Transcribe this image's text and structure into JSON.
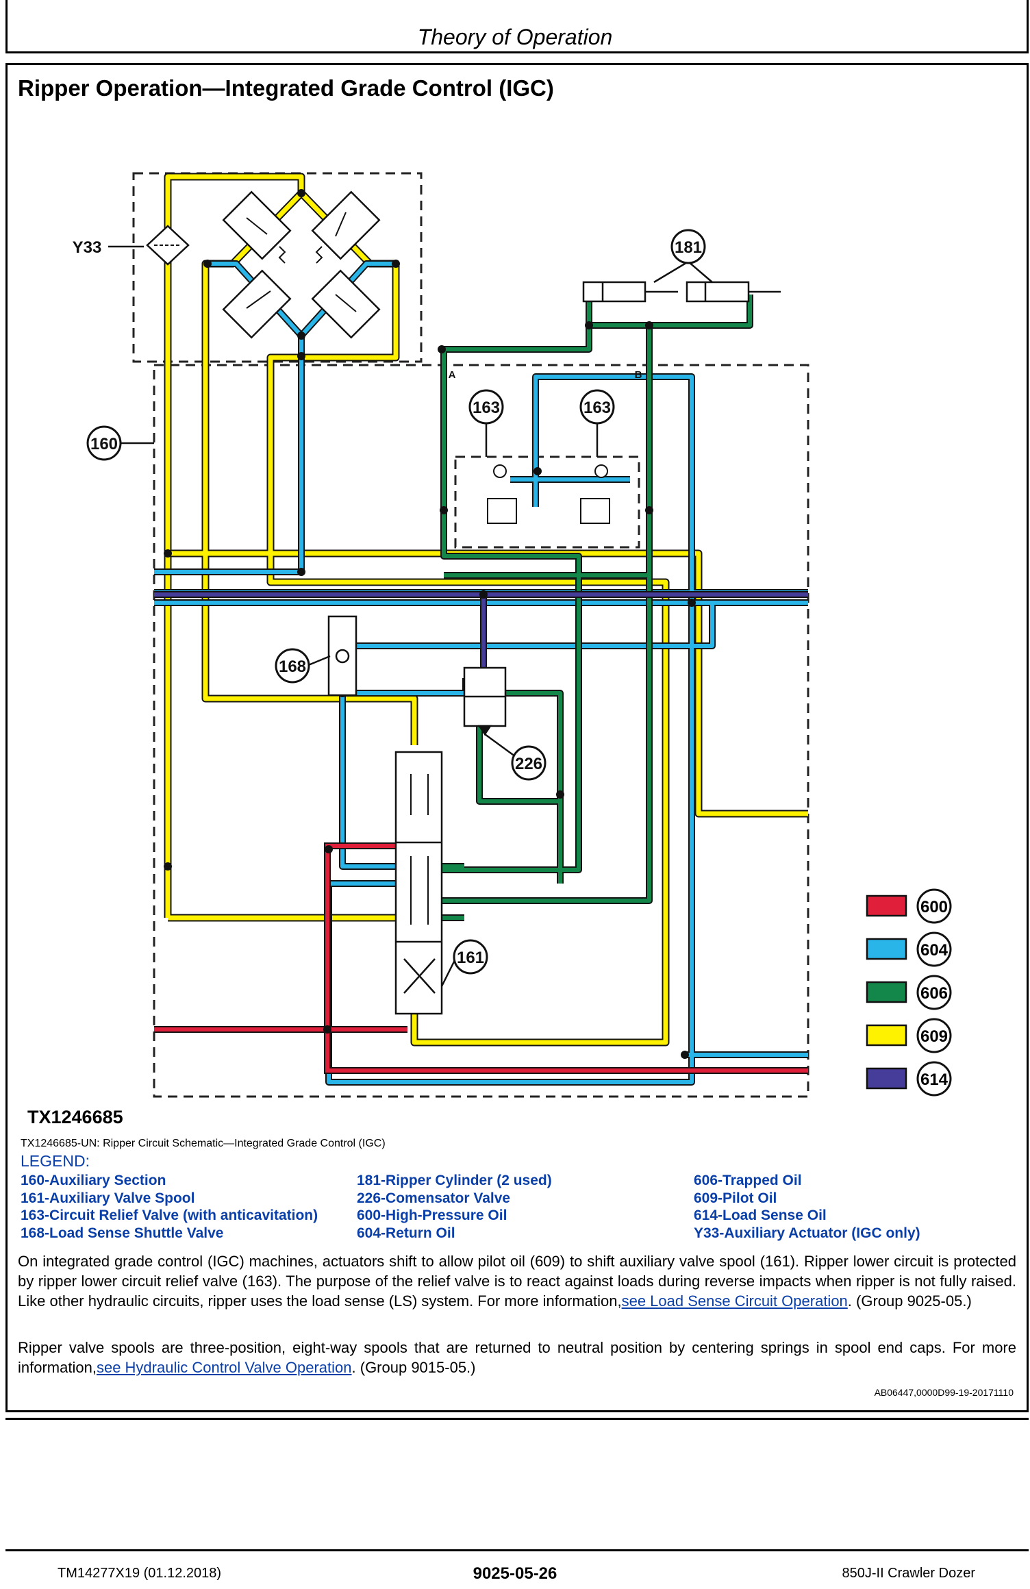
{
  "header": {
    "title": "Theory of Operation"
  },
  "section": {
    "title": "Ripper Operation—Integrated Grade Control (IGC)"
  },
  "diagram": {
    "callouts": {
      "y33": "Y33",
      "c160": "160",
      "c181": "181",
      "c163a": "163",
      "c163b": "163",
      "c168": "168",
      "c226": "226",
      "c161": "161",
      "port_a": "A",
      "port_b": "B"
    },
    "color_key": [
      {
        "code": "600",
        "color": "#e0203a"
      },
      {
        "code": "604",
        "color": "#29b5e8"
      },
      {
        "code": "606",
        "color": "#13864a"
      },
      {
        "code": "609",
        "color": "#fff200"
      },
      {
        "code": "614",
        "color": "#463c9a"
      }
    ],
    "line_colors": {
      "high_pressure": "#e0203a",
      "return": "#29b5e8",
      "trapped": "#13864a",
      "pilot": "#fff200",
      "load_sense": "#463c9a"
    }
  },
  "figure": {
    "id": "TX1246685",
    "caption": "TX1246685-UN: Ripper Circuit Schematic—Integrated Grade Control (IGC)"
  },
  "legend": {
    "title": "LEGEND:",
    "col1": [
      "160-Auxiliary Section",
      "161-Auxiliary Valve Spool",
      "163-Circuit Relief Valve (with anticavitation)",
      "168-Load Sense Shuttle Valve"
    ],
    "col2": [
      "181-Ripper Cylinder (2 used)",
      "226-Comensator Valve",
      "600-High-Pressure Oil",
      "604-Return Oil"
    ],
    "col3": [
      "606-Trapped Oil",
      "609-Pilot Oil",
      "614-Load Sense Oil",
      "Y33-Auxiliary Actuator (IGC only)"
    ]
  },
  "body": {
    "para1_text": "On integrated grade control (IGC) machines, actuators shift to allow pilot oil (609) to shift auxiliary valve spool (161). Ripper lower circuit is protected by ripper lower circuit relief valve (163). The purpose of the relief valve is to react against loads during reverse impacts when ripper is not fully raised. Like other hydraulic circuits, ripper uses the load sense (LS) system. For more information,",
    "para1_link": "see Load Sense Circuit Operation",
    "para1_tail": ". (Group 9025-05.)",
    "para2_text": "Ripper valve spools are three-position, eight-way spools that are returned to neutral position by centering springs in spool end caps. For more information,",
    "para2_link": "see Hydraulic Control Valve Operation",
    "para2_tail": ". (Group 9015-05.)",
    "reference": "AB06447,0000D99-19-20171110"
  },
  "footer": {
    "left": "TM14277X19 (01.12.2018)",
    "center": "9025-05-26",
    "right": "850J-II Crawler Dozer"
  }
}
